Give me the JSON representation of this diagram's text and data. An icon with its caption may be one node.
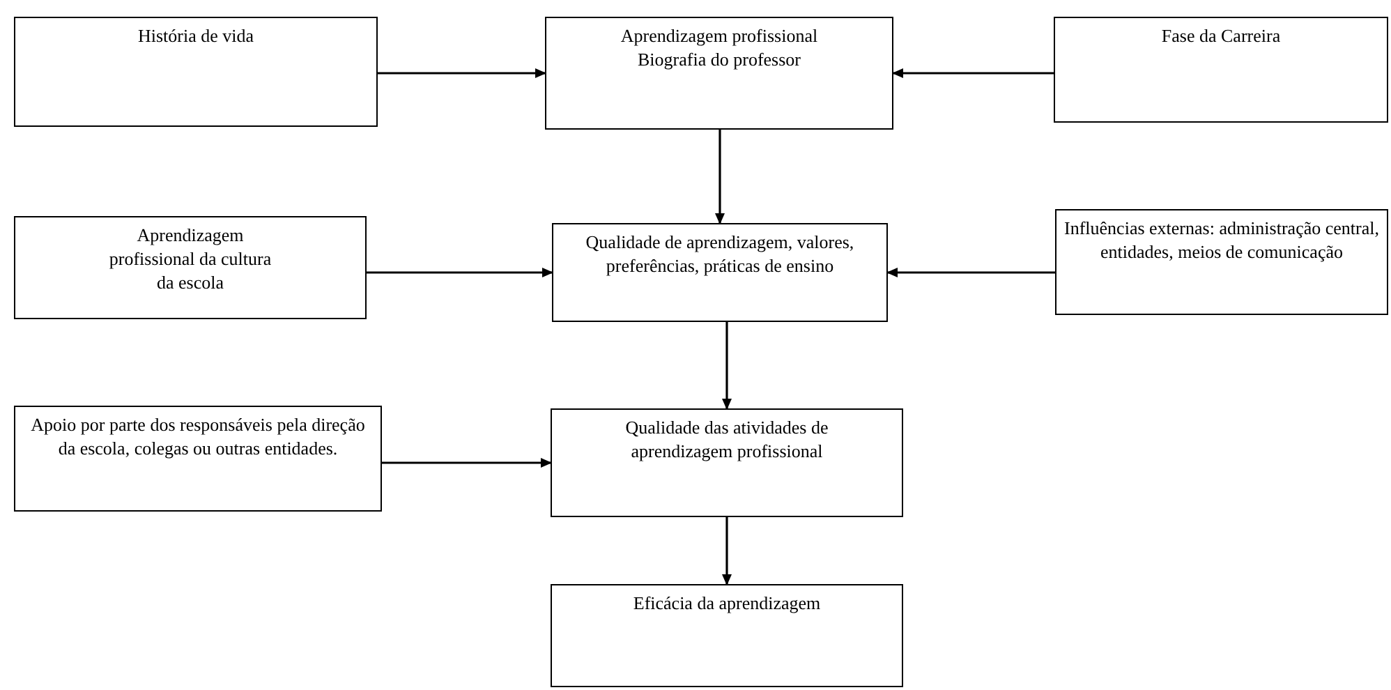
{
  "diagram": {
    "nodes": [
      {
        "text": [
          "História de vida"
        ]
      },
      {
        "text": [
          "Aprendizagem profissional",
          "Biografia do professor"
        ]
      },
      {
        "text": [
          "Fase da Carreira"
        ]
      },
      {
        "text": [
          "Aprendizagem profissional da cultura da escola"
        ]
      },
      {
        "text": [
          "Qualidade de aprendizagem, valores, preferências, práticas de ensino"
        ]
      },
      {
        "text": [
          "Influências externas: administração central, entidades, meios de comunicação"
        ]
      },
      {
        "text": [
          "Apoio por parte dos responsáveis pela direção da escola, colegas ou outras entidades."
        ]
      },
      {
        "text": [
          "Qualidade das atividades de aprendizagem profissional"
        ]
      },
      {
        "text": [
          "Eficácia da aprendizagem"
        ]
      }
    ],
    "edges": [
      {
        "from": 0,
        "to": 1,
        "arrow": "to"
      },
      {
        "from": 2,
        "to": 1,
        "arrow": "to"
      },
      {
        "from": 1,
        "to": 4,
        "arrow": "to"
      },
      {
        "from": 3,
        "to": 4,
        "arrow": "to"
      },
      {
        "from": 5,
        "to": 4,
        "arrow": "to"
      },
      {
        "from": 4,
        "to": 7,
        "arrow": "to"
      },
      {
        "from": 6,
        "to": 7,
        "arrow": "to"
      },
      {
        "from": 7,
        "to": 8,
        "arrow": "to"
      }
    ]
  }
}
